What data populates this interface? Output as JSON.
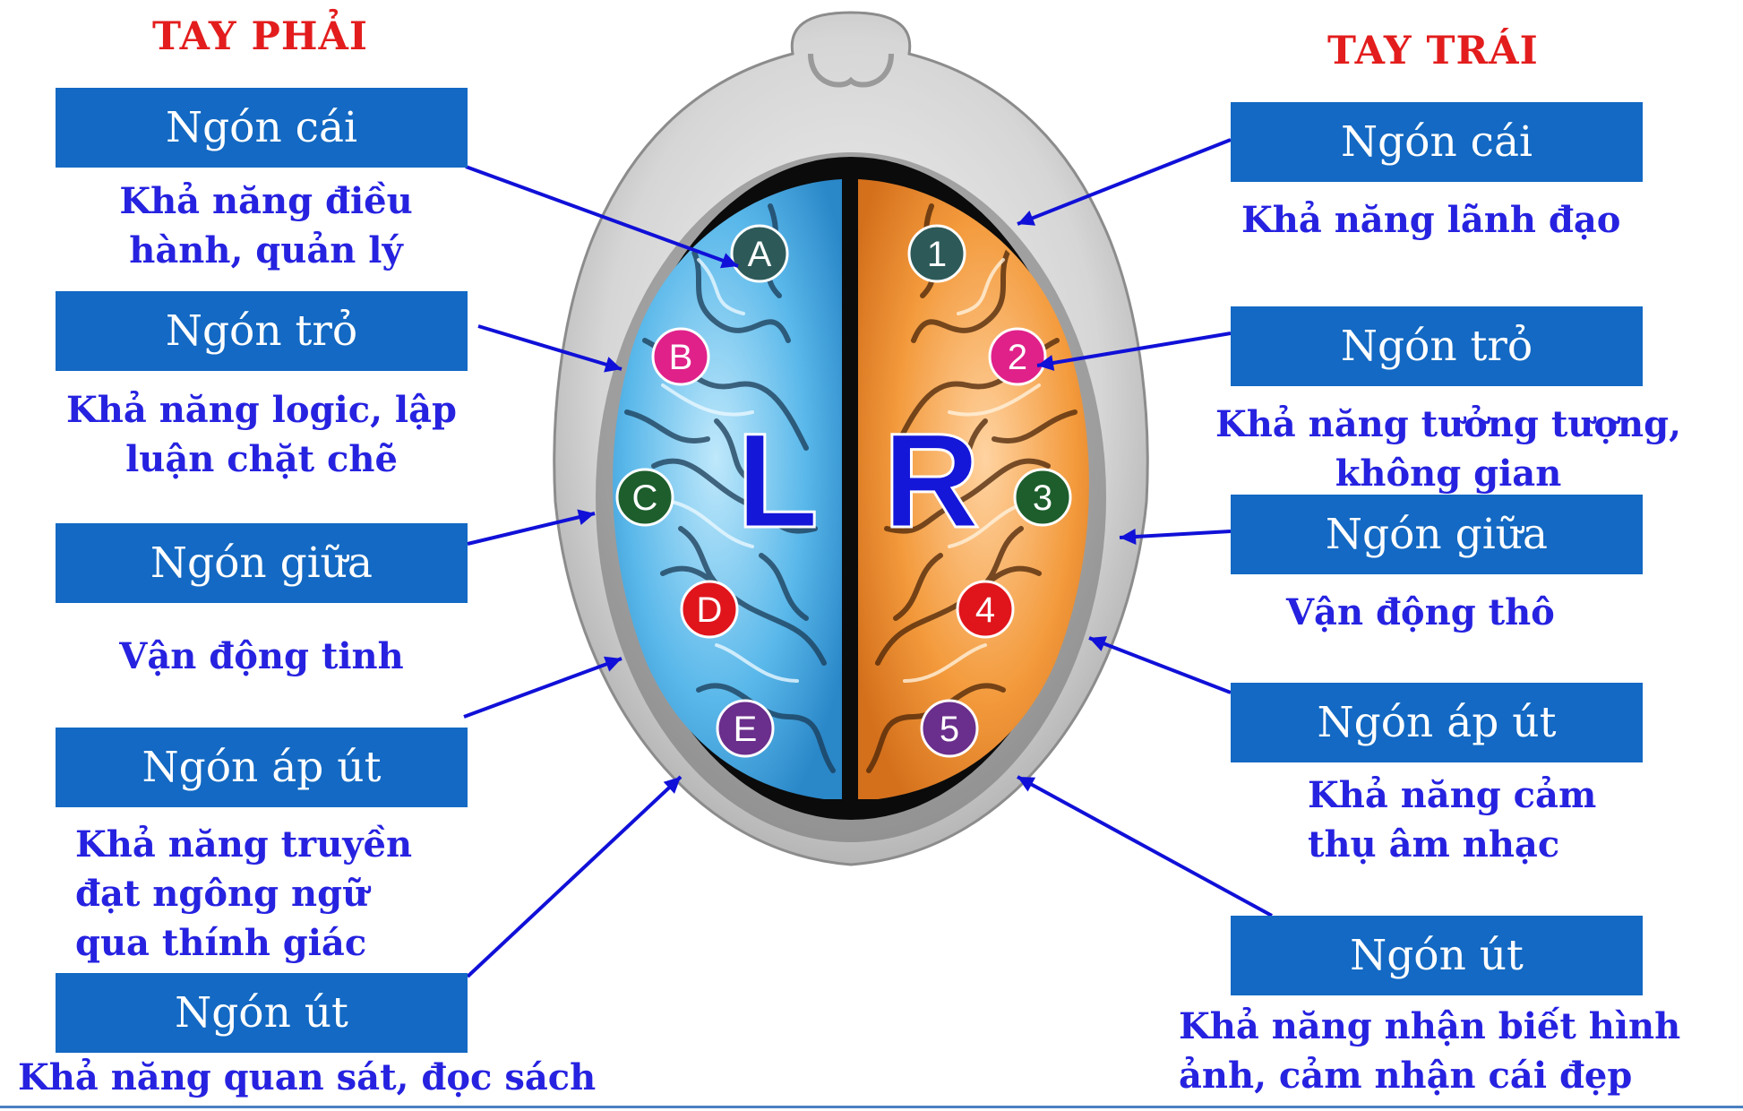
{
  "left_side": {
    "heading": "TAY PHẢI",
    "items": [
      {
        "finger": "Ngón cái",
        "description": [
          "Khả năng điều",
          "hành, quản lý"
        ]
      },
      {
        "finger": "Ngón trỏ",
        "description": [
          "Khả năng logic, lập",
          "luận chặt chẽ"
        ]
      },
      {
        "finger": "Ngón giữa",
        "description": [
          "Vận động tinh"
        ]
      },
      {
        "finger": "Ngón áp út",
        "description": [
          "Khả năng truyền",
          "đạt ngông ngữ",
          "qua thính giác"
        ]
      },
      {
        "finger": "Ngón út",
        "description": [
          "Khả năng quan sát, đọc sách"
        ]
      }
    ]
  },
  "right_side": {
    "heading": "TAY TRÁI",
    "items": [
      {
        "finger": "Ngón cái",
        "description": [
          "Khả năng lãnh đạo"
        ]
      },
      {
        "finger": "Ngón trỏ",
        "description": [
          "Khả năng tưởng tượng,",
          "không gian"
        ]
      },
      {
        "finger": "Ngón giữa",
        "description": [
          "Vận động thô"
        ]
      },
      {
        "finger": "Ngón áp út",
        "description": [
          "Khả năng cảm",
          "thụ âm nhạc"
        ]
      },
      {
        "finger": "Ngón út",
        "description": [
          "Khả năng nhận biết hình",
          "ảnh, cảm nhận cái đẹp"
        ]
      }
    ]
  },
  "brain": {
    "left_hemisphere_letter": "L",
    "right_hemisphere_letter": "R",
    "left_markers": [
      {
        "label": "A",
        "color": "#2d5a59"
      },
      {
        "label": "B",
        "color": "#e0218a"
      },
      {
        "label": "C",
        "color": "#1d5e2c"
      },
      {
        "label": "D",
        "color": "#e0151c"
      },
      {
        "label": "E",
        "color": "#6a2e8c"
      }
    ],
    "right_markers": [
      {
        "label": "1",
        "color": "#2d5a59"
      },
      {
        "label": "2",
        "color": "#e0218a"
      },
      {
        "label": "3",
        "color": "#1d5e2c"
      },
      {
        "label": "4",
        "color": "#e0151c"
      },
      {
        "label": "5",
        "color": "#6a2e8c"
      }
    ],
    "left_color": "#5ab8ea",
    "right_color": "#f39a3c",
    "arrow_color": "#1010d8"
  }
}
